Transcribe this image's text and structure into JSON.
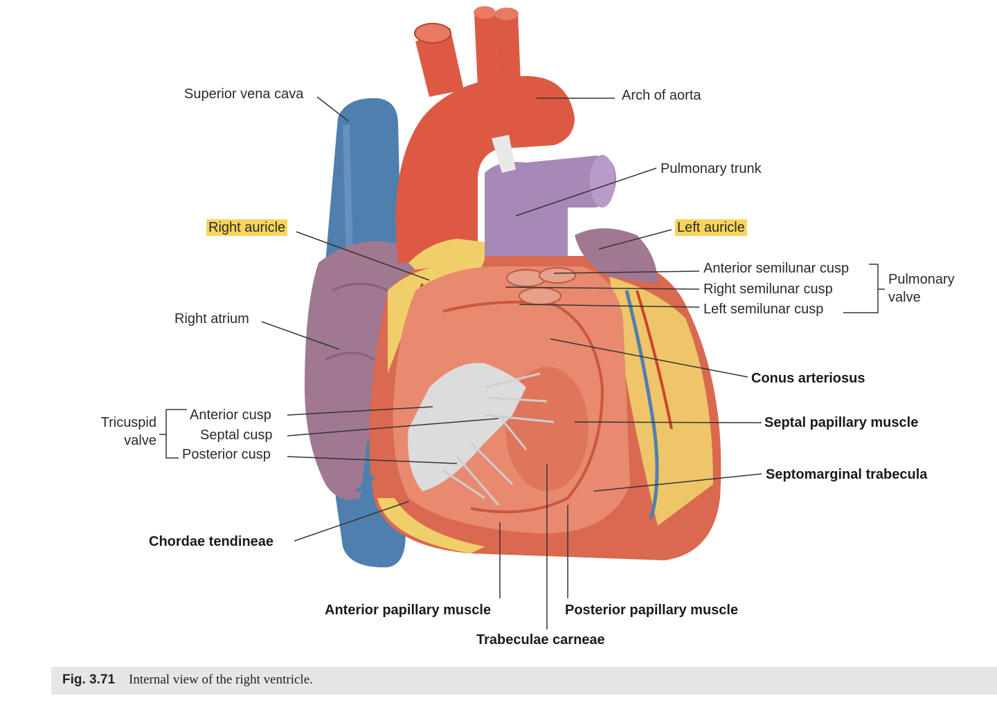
{
  "labels": {
    "superior_vena_cava": "Superior vena cava",
    "arch_of_aorta": "Arch of aorta",
    "pulmonary_trunk": "Pulmonary trunk",
    "right_auricle": "Right auricle",
    "left_auricle": "Left auricle",
    "anterior_semilunar_cusp": "Anterior semilunar cusp",
    "right_semilunar_cusp": "Right semilunar cusp",
    "left_semilunar_cusp": "Left semilunar cusp",
    "pulmonary_valve_line1": "Pulmonary",
    "pulmonary_valve_line2": "valve",
    "right_atrium": "Right atrium",
    "conus_arteriosus": "Conus arteriosus",
    "tricuspid_valve_line1": "Tricuspid",
    "tricuspid_valve_line2": "valve",
    "anterior_cusp": "Anterior cusp",
    "septal_cusp": "Septal cusp",
    "posterior_cusp": "Posterior cusp",
    "septal_papillary_muscle": "Septal papillary muscle",
    "septomarginal_trabecula": "Septomarginal trabecula",
    "chordae_tendineae": "Chordae tendineae",
    "anterior_papillary_muscle": "Anterior papillary muscle",
    "posterior_papillary_muscle": "Posterior papillary muscle",
    "trabeculae_carneae": "Trabeculae carneae"
  },
  "caption": {
    "number": "Fig. 3.71",
    "text": "Internal view of the right ventricle."
  },
  "colors": {
    "vein": "#4f7fae",
    "artery": "#dc5a43",
    "pulmonary": "#a789b8",
    "atrium": "#a07891",
    "myocardium": "#d9694f",
    "fat": "#f0cf6a",
    "valve": "#dcdcdc",
    "highlight": "#f8d45c"
  }
}
